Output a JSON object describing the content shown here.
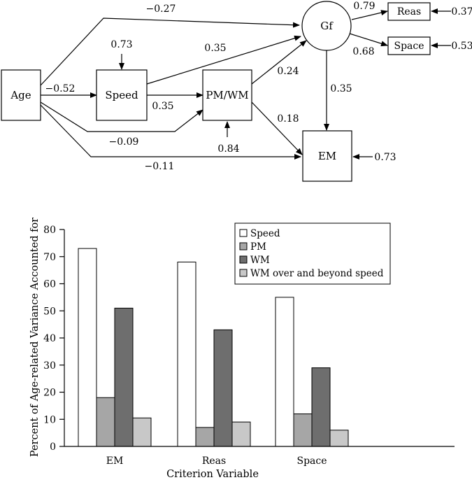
{
  "path_diagram": {
    "nodes": {
      "age": "Age",
      "speed": "Speed",
      "pmwm": "PM/WM",
      "gf": "Gf",
      "em": "EM",
      "reas": "Reas",
      "space": "Space"
    },
    "coefficients": {
      "age_gf": "−0.27",
      "age_speed": "−0.52",
      "age_pmwm": "−0.09",
      "age_em": "−0.11",
      "speed_gf": "0.35",
      "speed_pmwm": "0.35",
      "pmwm_gf": "0.24",
      "pmwm_em": "0.18",
      "gf_em": "0.35",
      "gf_reas": "0.79",
      "gf_space": "0.68",
      "resid_speed": "0.73",
      "resid_pmwm": "0.84",
      "resid_em": "0.73",
      "resid_reas": "0.37",
      "resid_space": "0.53"
    }
  },
  "chart_data": {
    "type": "bar",
    "categories": [
      "EM",
      "Reas",
      "Space"
    ],
    "series": [
      {
        "name": "Speed",
        "values": [
          73,
          68,
          55
        ],
        "color": "#ffffff"
      },
      {
        "name": "PM",
        "values": [
          18,
          7,
          12
        ],
        "color": "#a6a6a6"
      },
      {
        "name": "WM",
        "values": [
          51,
          43,
          29
        ],
        "color": "#6e6e6e"
      },
      {
        "name": "WM over and beyond speed",
        "values": [
          10.5,
          9,
          6
        ],
        "color": "#c8c8c8"
      }
    ],
    "xlabel": "Criterion Variable",
    "ylabel": "Percent of Age-related Variance Accounted for",
    "ylim": [
      0,
      80
    ],
    "yticks": [
      0,
      10,
      20,
      30,
      40,
      50,
      60,
      70,
      80
    ],
    "legend_position": "top-right",
    "grid": false
  }
}
